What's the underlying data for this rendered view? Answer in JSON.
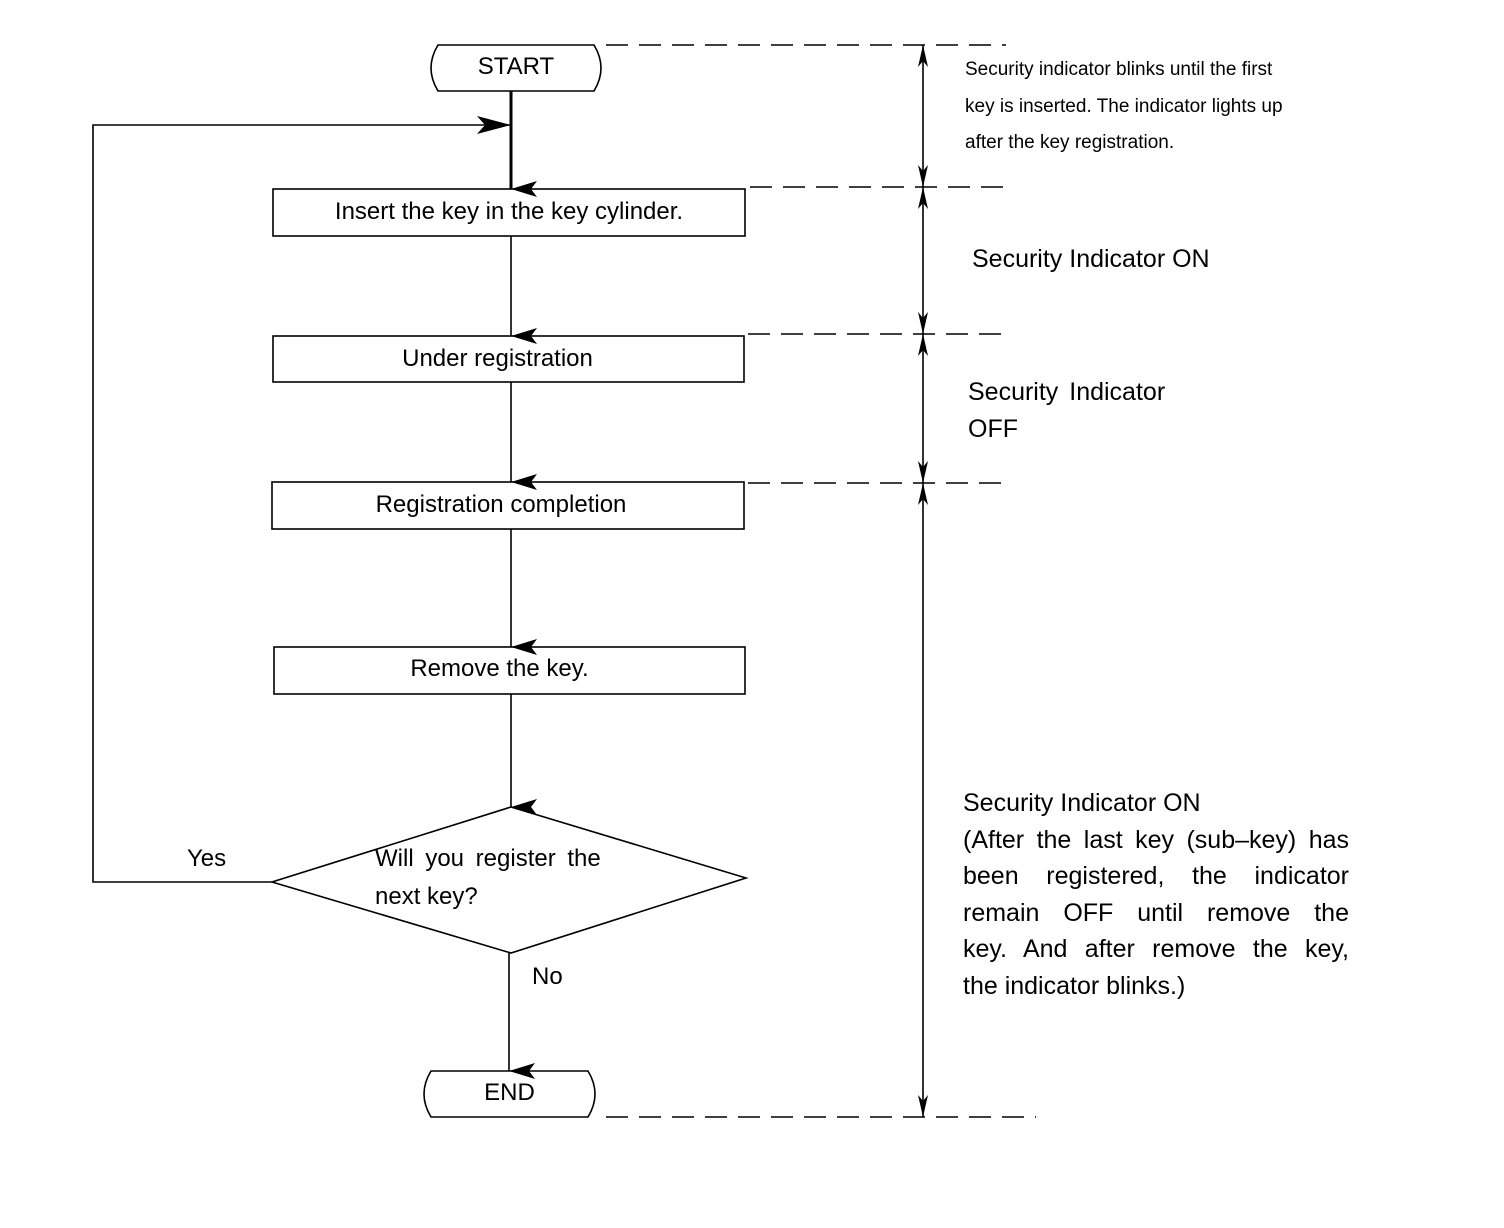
{
  "flowchart": {
    "start": "START",
    "end": "END",
    "steps": [
      "Insert the key in the key cylinder.",
      "Under registration",
      "Registration completion",
      "Remove the key."
    ],
    "decision": {
      "line1": "Will you register the",
      "line2": "next key?",
      "yes": "Yes",
      "no": "No"
    }
  },
  "indicator_notes": {
    "blink": [
      "Security indicator blinks until the first",
      "key is inserted. The indicator lights up",
      "after the key registration."
    ],
    "on_1": "Security Indicator ON",
    "off": [
      "Security  Indicator",
      "OFF"
    ],
    "on_2": [
      "Security Indicator ON",
      "(After the last key (sub–key) has",
      "been registered, the indicator",
      "remain OFF until remove the",
      "key. And after remove the key,",
      "the indicator blinks.)"
    ]
  }
}
